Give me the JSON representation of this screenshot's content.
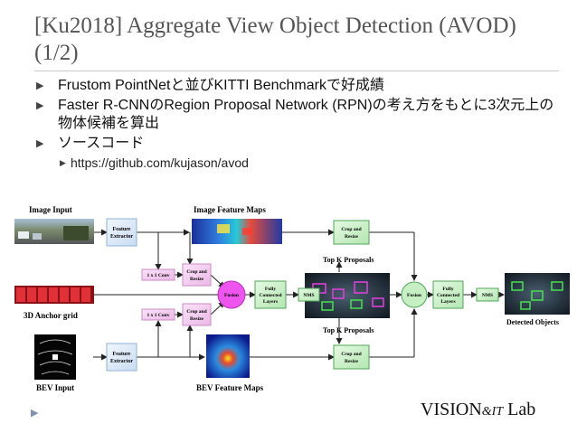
{
  "slide": {
    "title": "[Ku2018] Aggregate View Object Detection (AVOD) (1/2)",
    "bullets": [
      "Frustom PointNetと並びKITTI Benchmarkで好成績",
      "Faster R-CNNのRegion Proposal Network (RPN)の考え方をもとに3次元上の物体候補を算出",
      "ソースコード"
    ],
    "sub_bullets": [
      "https://github.com/kujason/avod"
    ]
  },
  "diagram": {
    "labels": {
      "image_input": "Image Input",
      "image_feature_maps": "Image Feature Maps",
      "anchor_grid": "3D Anchor grid",
      "bev_input": "BEV Input",
      "bev_feature_maps": "BEV Feature Maps",
      "top_k_upper": "Top K Proposals",
      "top_k_lower": "Top K Proposals",
      "detected_objects": "Detected Objects"
    },
    "boxes": {
      "feature_extractor_top": [
        "Feature",
        "Extractor"
      ],
      "feature_extractor_bottom": [
        "Feature",
        "Extractor"
      ],
      "conv_top": "1 x 1 Conv",
      "conv_bottom": "1 x 1 Conv",
      "crop_resize_1": [
        "Crop and",
        "Resize"
      ],
      "crop_resize_2": [
        "Crop and",
        "Resize"
      ],
      "fusion_1": "Fusion",
      "fcl_1": [
        "Fully",
        "Connected",
        "Layers"
      ],
      "nms_1": "NMS",
      "crop_resize_3": [
        "Crop and",
        "Resize"
      ],
      "crop_resize_4": [
        "Crop and",
        "Resize"
      ],
      "fusion_2": "Fusion",
      "fcl_2": [
        "Fully",
        "Connected",
        "Layers"
      ],
      "nms_2": "NMS"
    },
    "colors": {
      "blue_box": "#dbe8f7",
      "pink_box": "#f2c8ee",
      "magenta": "#ee55ee",
      "green_box": "#c6f0c4",
      "green_border": "#4fa65a",
      "anchor_red": "#cc1f26"
    }
  },
  "footer": {
    "logo_main": "VISION",
    "logo_amp": "&IT",
    "logo_tail": " Lab"
  }
}
